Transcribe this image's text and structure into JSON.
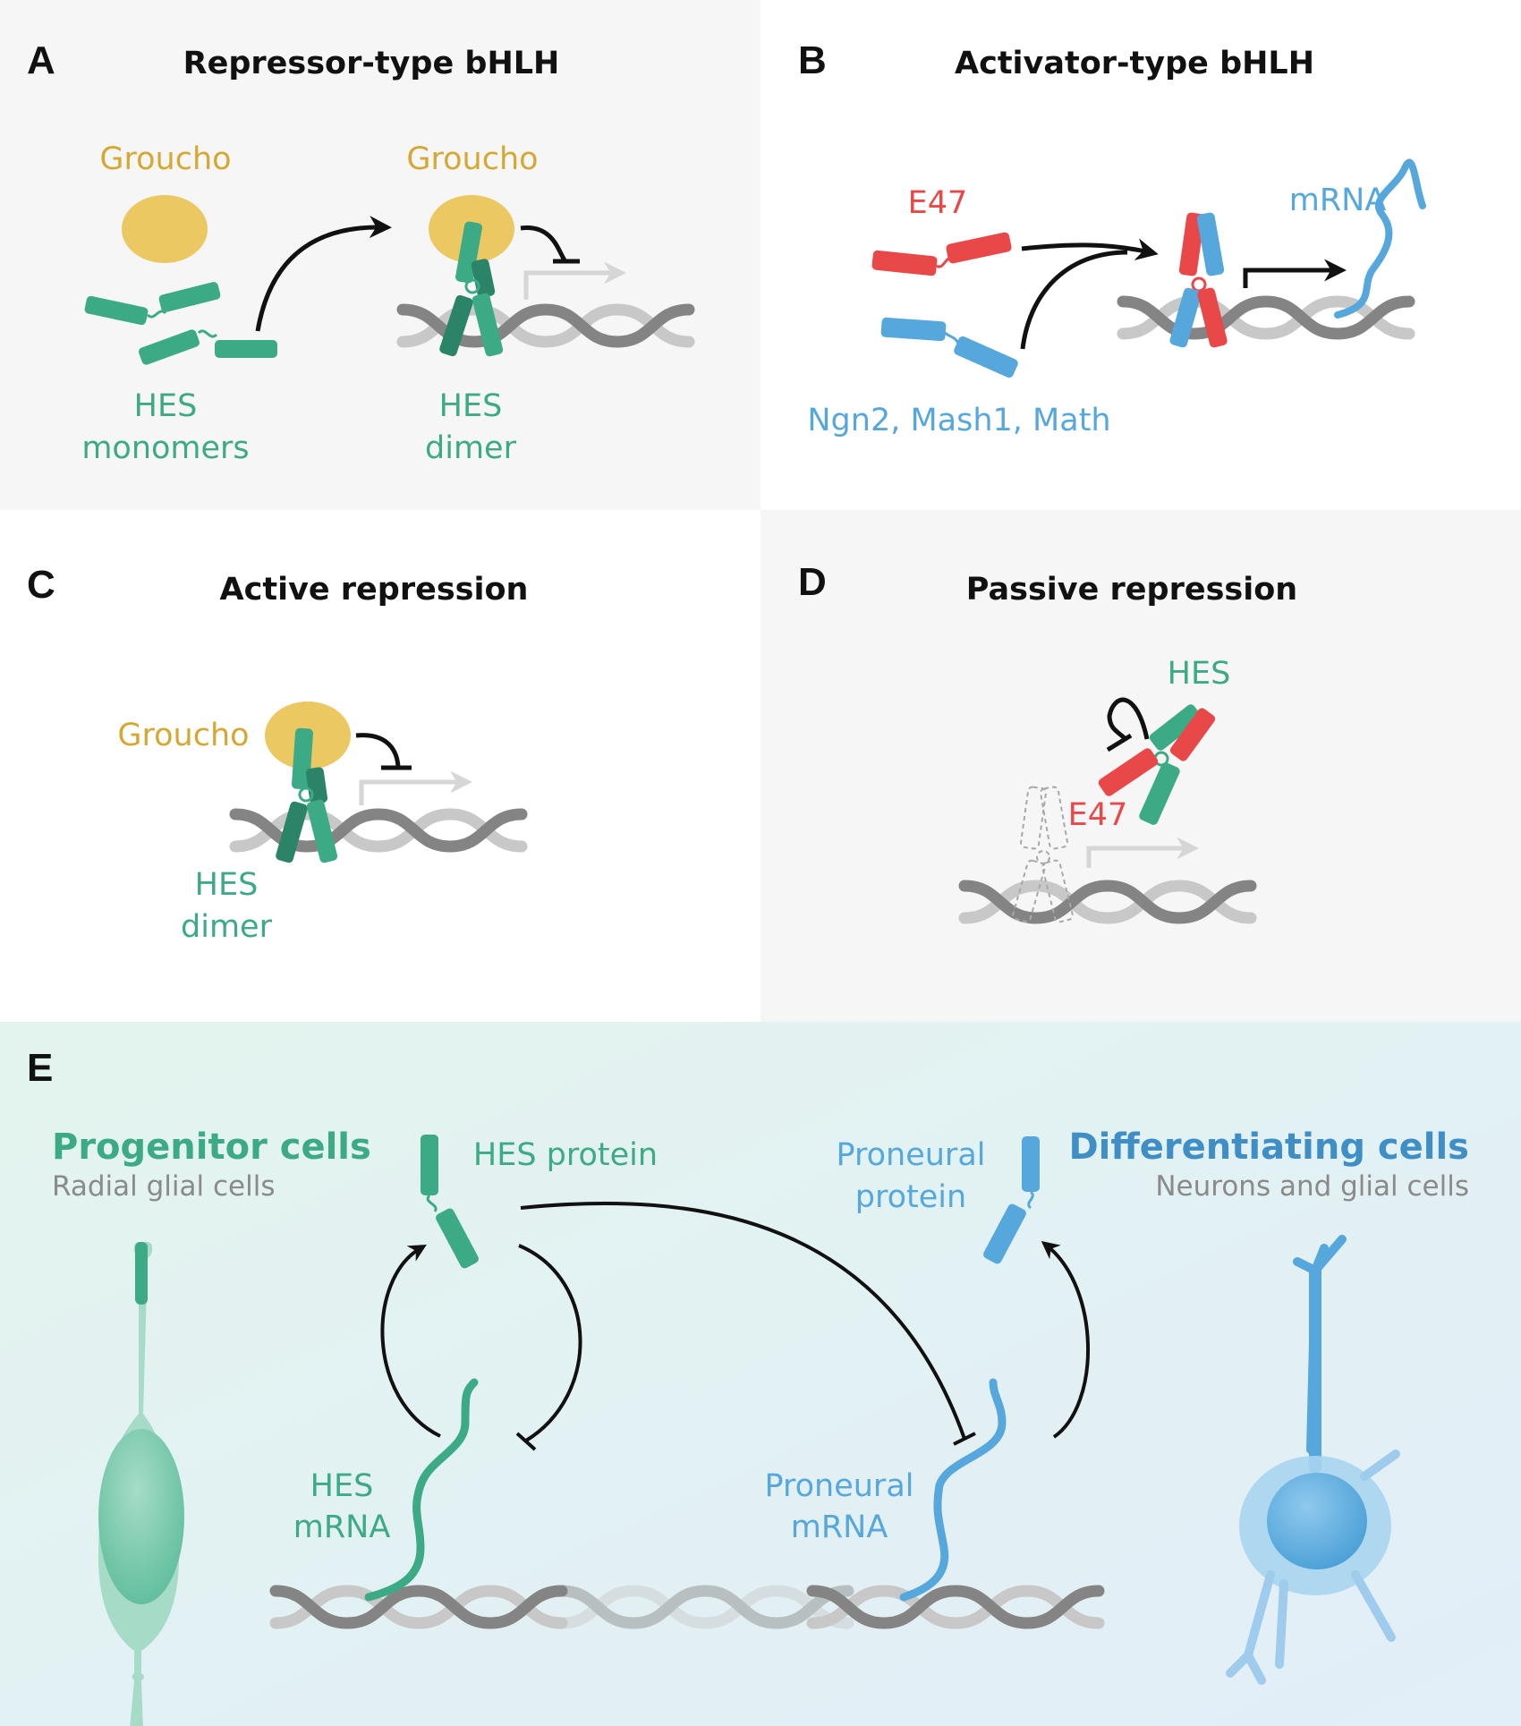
{
  "colors": {
    "green": "#3daa86",
    "dark_green": "#2b8468",
    "blue": "#56a8dc",
    "dark_blue": "#3f7fa6",
    "red": "#e84848",
    "gold": "#ecc863",
    "gold_text": "#d4a833",
    "dna_light": "#c8c8c8",
    "dna_dark": "#848484",
    "panel_grey": "#f6f6f6"
  },
  "panel_a": {
    "letter": "A",
    "title": "Repressor-type bHLH",
    "groucho_1": "Groucho",
    "groucho_2": "Groucho",
    "hes_monomers_1": "HES",
    "hes_monomers_2": "monomers",
    "hes_dimer_1": "HES",
    "hes_dimer_2": "dimer"
  },
  "panel_b": {
    "letter": "B",
    "title": "Activator-type bHLH",
    "e47": "E47",
    "mrna": "mRNA",
    "proneural": "Ngn2, Mash1, Math"
  },
  "panel_c": {
    "letter": "C",
    "title": "Active repression",
    "groucho": "Groucho",
    "hes_dimer_1": "HES",
    "hes_dimer_2": "dimer"
  },
  "panel_d": {
    "letter": "D",
    "title": "Passive repression",
    "hes": "HES",
    "e47": "E47"
  },
  "panel_e": {
    "letter": "E",
    "progenitor_title": "Progenitor cells",
    "progenitor_sub": "Radial glial cells",
    "differentiating_title": "Differentiating cells",
    "differentiating_sub": "Neurons and glial cells",
    "hes_protein": "HES protein",
    "proneural_protein_1": "Proneural",
    "proneural_protein_2": "protein",
    "hes_mrna_1": "HES",
    "hes_mrna_2": "mRNA",
    "proneural_mrna_1": "Proneural",
    "proneural_mrna_2": "mRNA"
  }
}
